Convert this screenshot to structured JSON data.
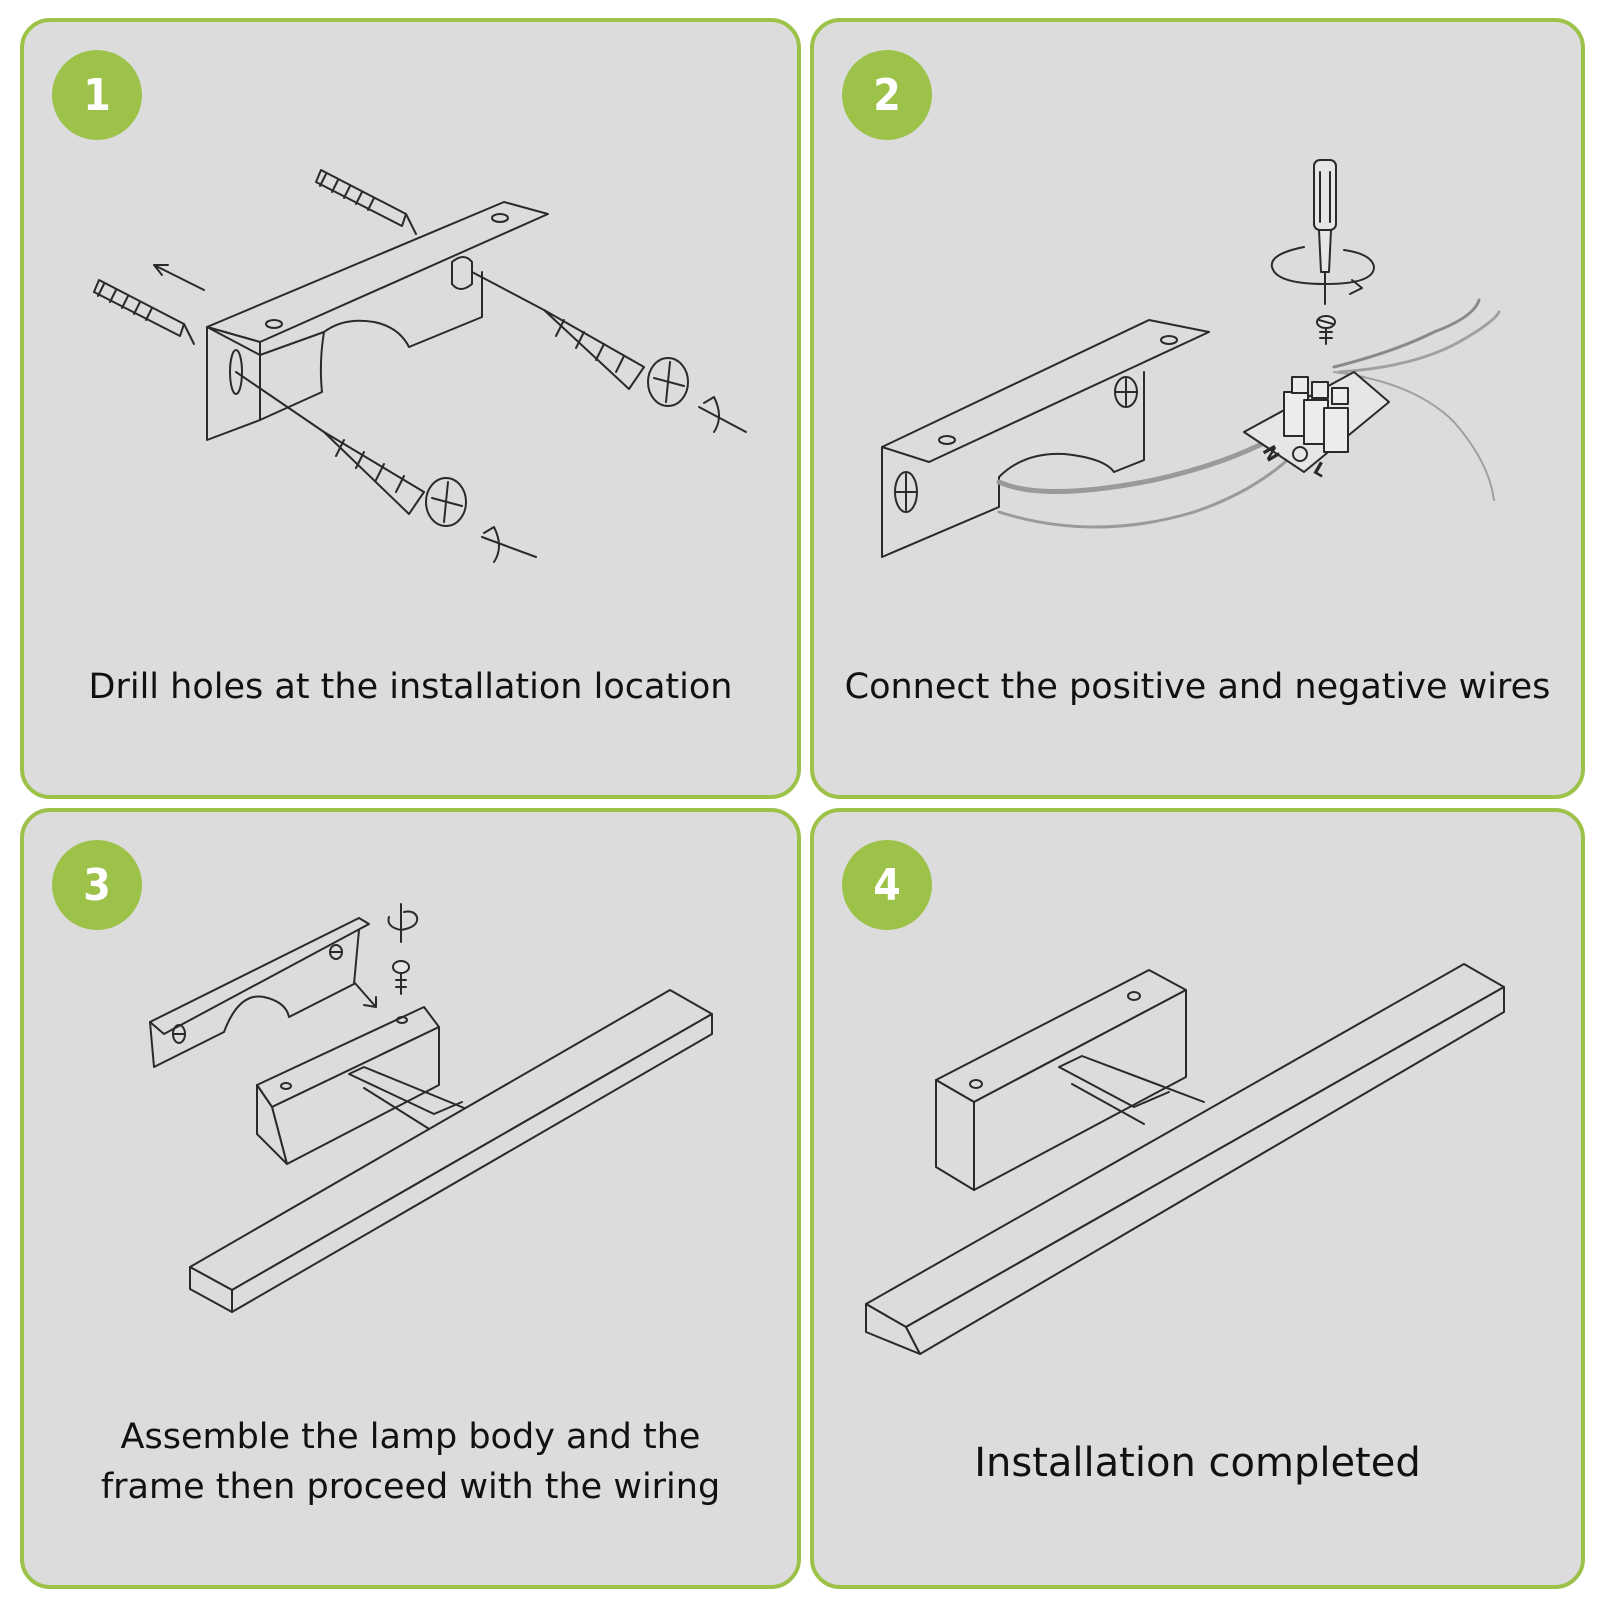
{
  "steps": [
    {
      "number": "1",
      "caption": "Drill holes at the installation location"
    },
    {
      "number": "2",
      "caption": "Connect the positive and negative wires"
    },
    {
      "number": "3",
      "caption": "Assemble the lamp body and the frame then proceed with the wiring"
    },
    {
      "number": "4",
      "caption": "Installation completed"
    }
  ],
  "terminal_labels": {
    "neutral": "N",
    "live": "L"
  },
  "colors": {
    "accent": "#9dc24a",
    "panel_bg": "#dcdcdc",
    "line": "#2a2a2a"
  }
}
